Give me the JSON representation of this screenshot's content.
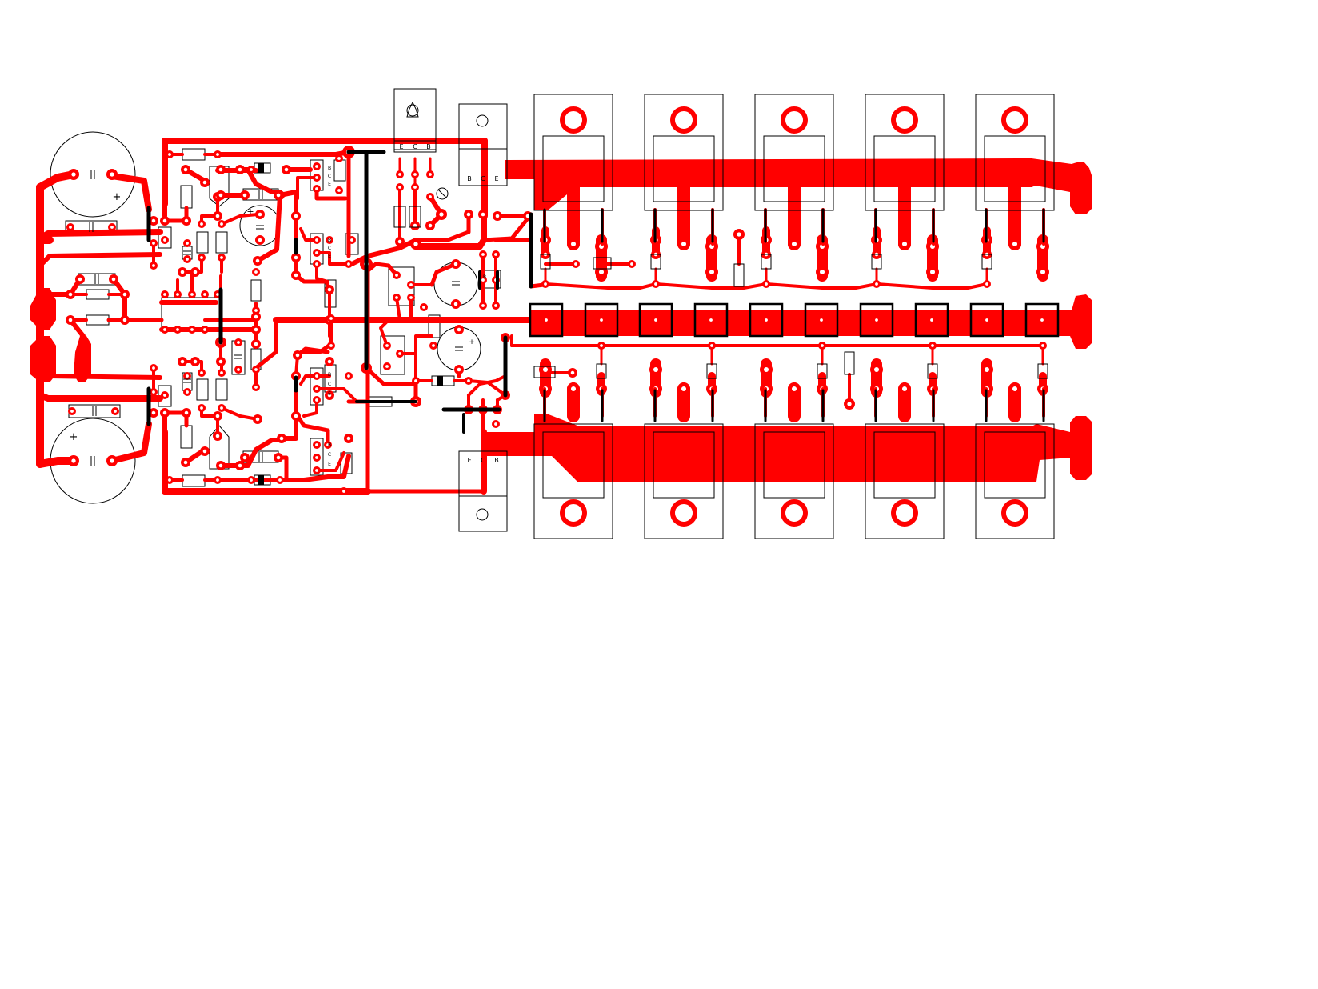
{
  "colors": {
    "background": "#ffffff",
    "copper": "#ff0000",
    "jumper": "#000000",
    "silkscreen": "#000000",
    "pad_hole": "#ffffff"
  },
  "labels": {
    "q_driver_top": [
      "E",
      "C",
      "B"
    ],
    "q_driver_top2": [
      "B",
      "C",
      "E"
    ],
    "q_driver_bottom": [
      "E",
      "C",
      "B"
    ],
    "q_small_top": [
      "B",
      "C",
      "E"
    ],
    "q_small_bottom": [
      "B",
      "C",
      "E"
    ],
    "q_mid": [
      "B",
      "C",
      "E"
    ],
    "cap_polarity": "+"
  }
}
